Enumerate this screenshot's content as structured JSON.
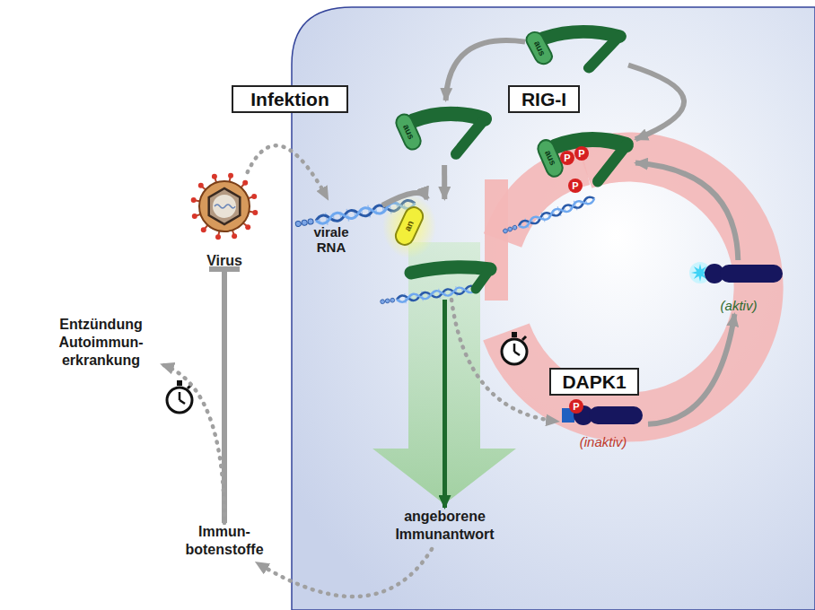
{
  "diagram": {
    "nodes": [
      {
        "text": [
          "Infektion"
        ]
      },
      {
        "text": [
          "RIG-I"
        ]
      },
      {
        "text": [
          "aus"
        ]
      },
      {
        "text": [
          "aus"
        ]
      },
      {
        "text": [
          "aus"
        ]
      },
      {
        "text": [
          "an"
        ]
      },
      {
        "text": [
          "DAPK1"
        ]
      },
      {
        "text": [
          "(inaktiv)"
        ]
      },
      {
        "text": [
          "(aktiv)"
        ]
      },
      {
        "text": [
          "Virus"
        ]
      },
      {
        "text": [
          "virale RNA"
        ]
      },
      {
        "text": [
          "angeborene Immunantwort"
        ]
      },
      {
        "text": [
          "Entzündung",
          "Autoimmun- erkrankung"
        ]
      },
      {
        "text": [
          "Immun- botenstoffe"
        ]
      }
    ],
    "edges": [
      {
        "from": 2,
        "to": 3,
        "arrow": "to"
      },
      {
        "from": 2,
        "to": 4,
        "arrow": "to"
      },
      {
        "from": 3,
        "to": 5,
        "arrow": "to"
      },
      {
        "from": 5,
        "to": 7,
        "arrow": "to"
      },
      {
        "from": 7,
        "to": 8,
        "arrow": "to"
      },
      {
        "from": 8,
        "to": 4,
        "arrow": "to"
      },
      {
        "from": 5,
        "to": 11,
        "arrow": "to"
      },
      {
        "from": 11,
        "to": 13,
        "arrow": "to"
      },
      {
        "from": 13,
        "to": 9,
        "arrow": "none"
      },
      {
        "from": 13,
        "to": 12,
        "arrow": "to"
      },
      {
        "from": 9,
        "to": 10,
        "arrow": "to"
      },
      {
        "from": 10,
        "to": 5,
        "arrow": "to"
      }
    ],
    "labels": [
      "P",
      "P",
      "P",
      "P"
    ]
  }
}
